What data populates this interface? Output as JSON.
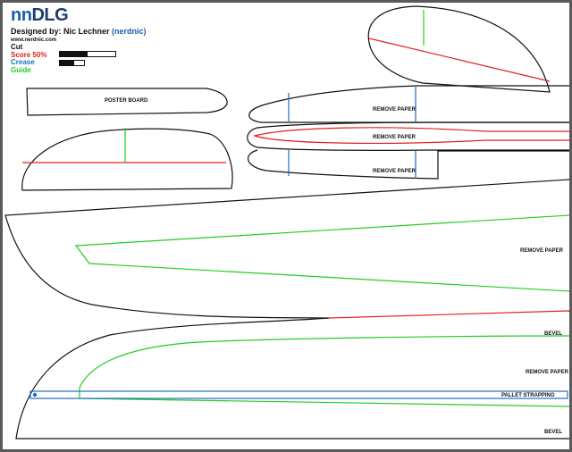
{
  "header": {
    "brand_nn": "nn",
    "brand_dlg": "DLG",
    "designer_prefix": "Designed by: Nic Lechner",
    "designer_handle": "(nerdnic)",
    "website": "www.nerdnic.com"
  },
  "legend": {
    "cut": "Cut",
    "score": "Score 50%",
    "crease": "Crease",
    "guide": "Guide",
    "score_fill_fraction": 0.5,
    "crease_fill_fraction": 0.6
  },
  "colors": {
    "cut": "#111111",
    "score": "#e02020",
    "crease": "#1a6fc0",
    "guide": "#22cc22",
    "brand_blue": "#1a5ea8",
    "frame": "#5a5a5a"
  },
  "labels": {
    "poster_board": "POSTER BOARD",
    "remove_paper_1": "REMOVE PAPER",
    "remove_paper_2": "REMOVE PAPER",
    "remove_paper_3": "REMOVE PAPER",
    "remove_paper_wing": "REMOVE PAPER",
    "bevel_1": "BEVEL",
    "remove_paper_lower": "REMOVE PAPER",
    "pallet_strapping": "PALLET STRAPPING",
    "bevel_2": "BEVEL"
  }
}
